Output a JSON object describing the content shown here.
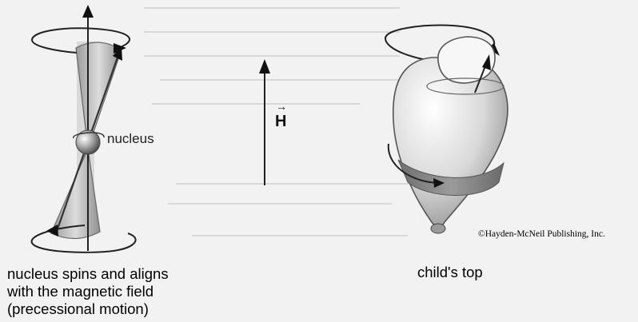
{
  "labels": {
    "nucleus": "nucleus",
    "field_symbol": "H",
    "field_vector_mark": "→",
    "caption_left": [
      "nucleus spins and aligns",
      "with the magnetic field",
      "(precessional motion)"
    ],
    "caption_right": "child's top",
    "copyright": "©Hayden-McNeil Publishing, Inc."
  }
}
